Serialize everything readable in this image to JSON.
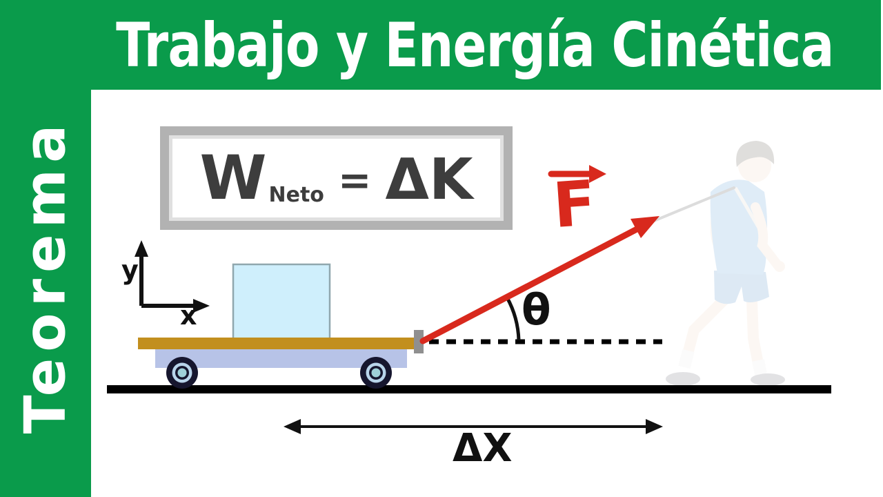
{
  "banner": {
    "title": "Trabajo y Energía Cinética"
  },
  "sidebar": {
    "label": "Teorema"
  },
  "formula": {
    "work_symbol": "W",
    "subscript": "Neto",
    "equals": "=",
    "kinetic_delta": "ΔK"
  },
  "axes": {
    "y_label": "y",
    "x_label": "x"
  },
  "labels": {
    "force": "F",
    "angle": "θ",
    "displacement": "ΔX"
  },
  "colors": {
    "frame-green": "#0a9b4b",
    "force-red": "#d8291d",
    "formula-ink": "#3d3d3d",
    "frame-gray": "#b2b2b2",
    "frame-gray-light": "#e0e0e0",
    "plank-gold": "#c28f1e",
    "cart-blue": "#b7c3e7",
    "box-blue": "#cfeffc",
    "box-border": "#90a7ae",
    "wheel-dark": "#16162e",
    "wheel-hub": "#b8d4ea",
    "wheel-hub-inner": "#9fd0d8",
    "rope-gray": "#dcdcdc",
    "boy-skin": "#f0d6bd",
    "boy-shirt": "#4a94d4",
    "boy-shorts": "#3a80c0",
    "boy-hair": "#4a4038",
    "boy-shoe": "#5a5a66",
    "boy-sock": "#e8e8e8",
    "boy-strap": "#d8d3c8"
  }
}
